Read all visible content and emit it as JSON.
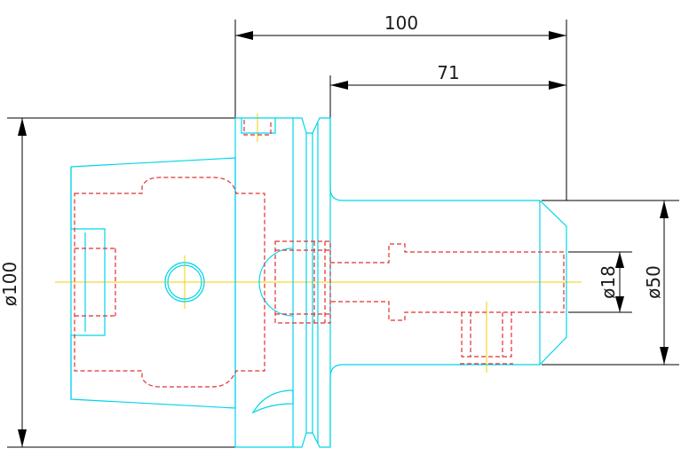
{
  "drawing": {
    "dimensions": {
      "overall_length": "100",
      "projection_length": "71",
      "flange_diameter": "ø100",
      "nose_diameter": "ø50",
      "bore_diameter": "ø18"
    },
    "colors": {
      "outline": "#00d5ea",
      "hidden_lines": "#e03030",
      "center_lines": "#f0d000",
      "dimension_lines": "#000000"
    }
  }
}
